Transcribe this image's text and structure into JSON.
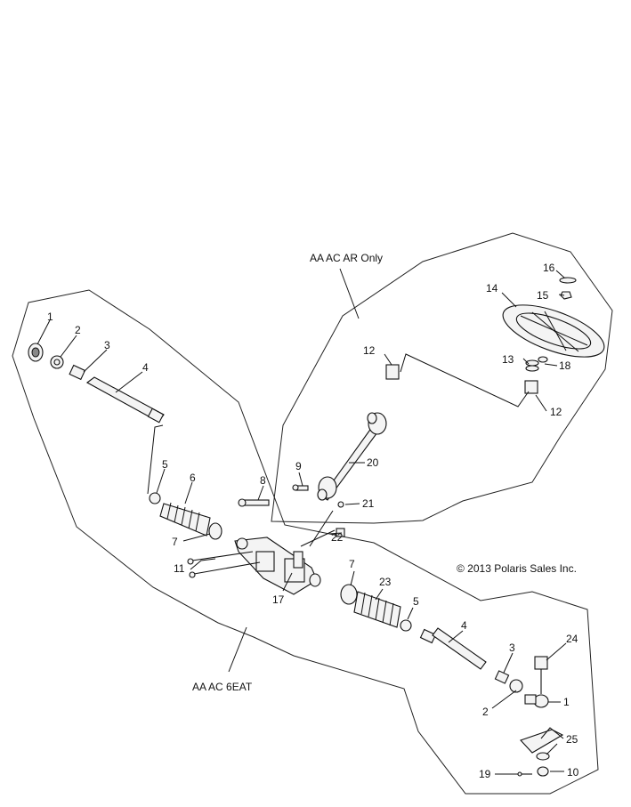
{
  "regions": {
    "ar_only": "AA AC AR Only",
    "six_eat": "AA AC 6EAT"
  },
  "copyright": "© 2013 Polaris Sales Inc.",
  "callouts": {
    "c1a": "1",
    "c2a": "2",
    "c3a": "3",
    "c4a": "4",
    "c5a": "5",
    "c6": "6",
    "c7a": "7",
    "c8": "8",
    "c9": "9",
    "c11": "11",
    "c12a": "12",
    "c12b": "12",
    "c13": "13",
    "c14": "14",
    "c15": "15",
    "c16": "16",
    "c17": "17",
    "c18": "18",
    "c20": "20",
    "c21": "21",
    "c22": "22",
    "c7b": "7",
    "c23": "23",
    "c5b": "5",
    "c4b": "4",
    "c3b": "3",
    "c24": "24",
    "c2b": "2",
    "c1b": "1",
    "c25": "25",
    "c19": "19",
    "c10": "10"
  }
}
